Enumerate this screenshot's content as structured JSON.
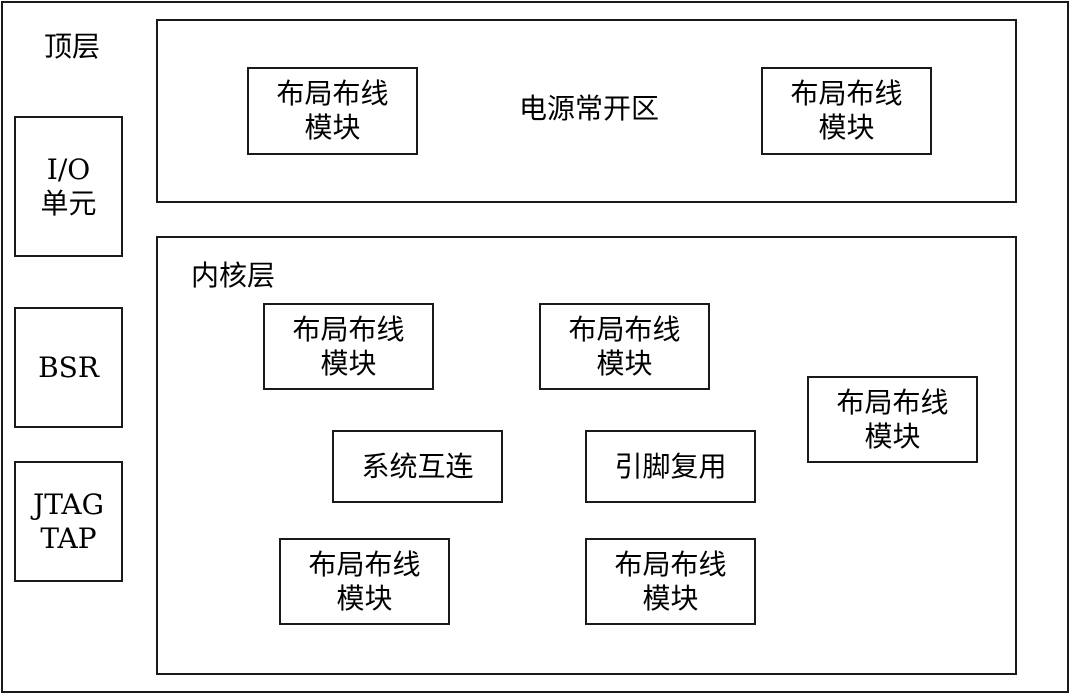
{
  "top_layer": {
    "title": "顶层"
  },
  "left_units": {
    "io": {
      "line1": "I/O",
      "line2": "单元"
    },
    "bsr": {
      "line1": "BSR"
    },
    "jtag": {
      "line1": "JTAG",
      "line2": "TAP"
    }
  },
  "always_on": {
    "title": "电源常开区",
    "block_left": {
      "line1": "布局布线",
      "line2": "模块"
    },
    "block_right": {
      "line1": "布局布线",
      "line2": "模块"
    }
  },
  "core_layer": {
    "title": "内核层",
    "block_a": {
      "line1": "布局布线",
      "line2": "模块"
    },
    "block_b": {
      "line1": "布局布线",
      "line2": "模块"
    },
    "block_c": {
      "line1": "布局布线",
      "line2": "模块"
    },
    "block_d": {
      "line1": "布局布线",
      "line2": "模块"
    },
    "block_e": {
      "line1": "布局布线",
      "line2": "模块"
    },
    "interconnect": "系统互连",
    "pin_mux": "引脚复用"
  }
}
